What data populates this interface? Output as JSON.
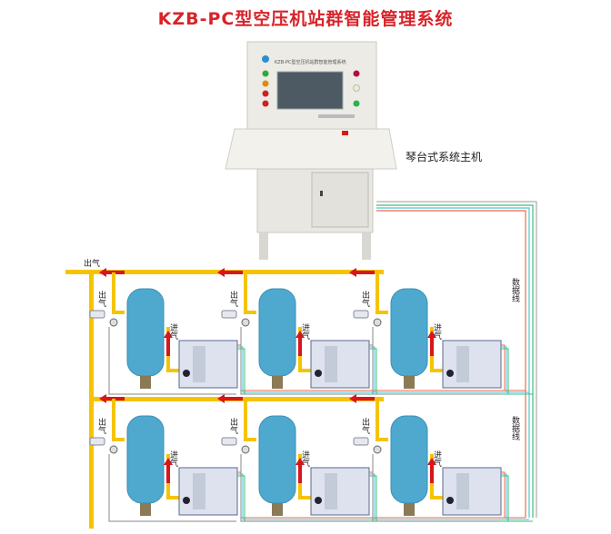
{
  "title": "KZB-PC型空压机站群智能管理系统",
  "host_label": "琴台式系统主机",
  "screen_caption": "KZB-PC型空压机站群智能管理系统",
  "labels": {
    "outlet_main": "出气",
    "outlet": "出气",
    "inlet": "进气",
    "data_line": "数据线"
  },
  "colors": {
    "title": "#d8232a",
    "air_pipe": "#f5c400",
    "flow_arrow": "#d9151c",
    "tank": "#4fa9cf",
    "data_line_red": "#f06a4a",
    "data_line_cyan": "#4ec3d6",
    "data_line_green": "#3fbf7a"
  },
  "rows": 2,
  "units_per_row": 3
}
